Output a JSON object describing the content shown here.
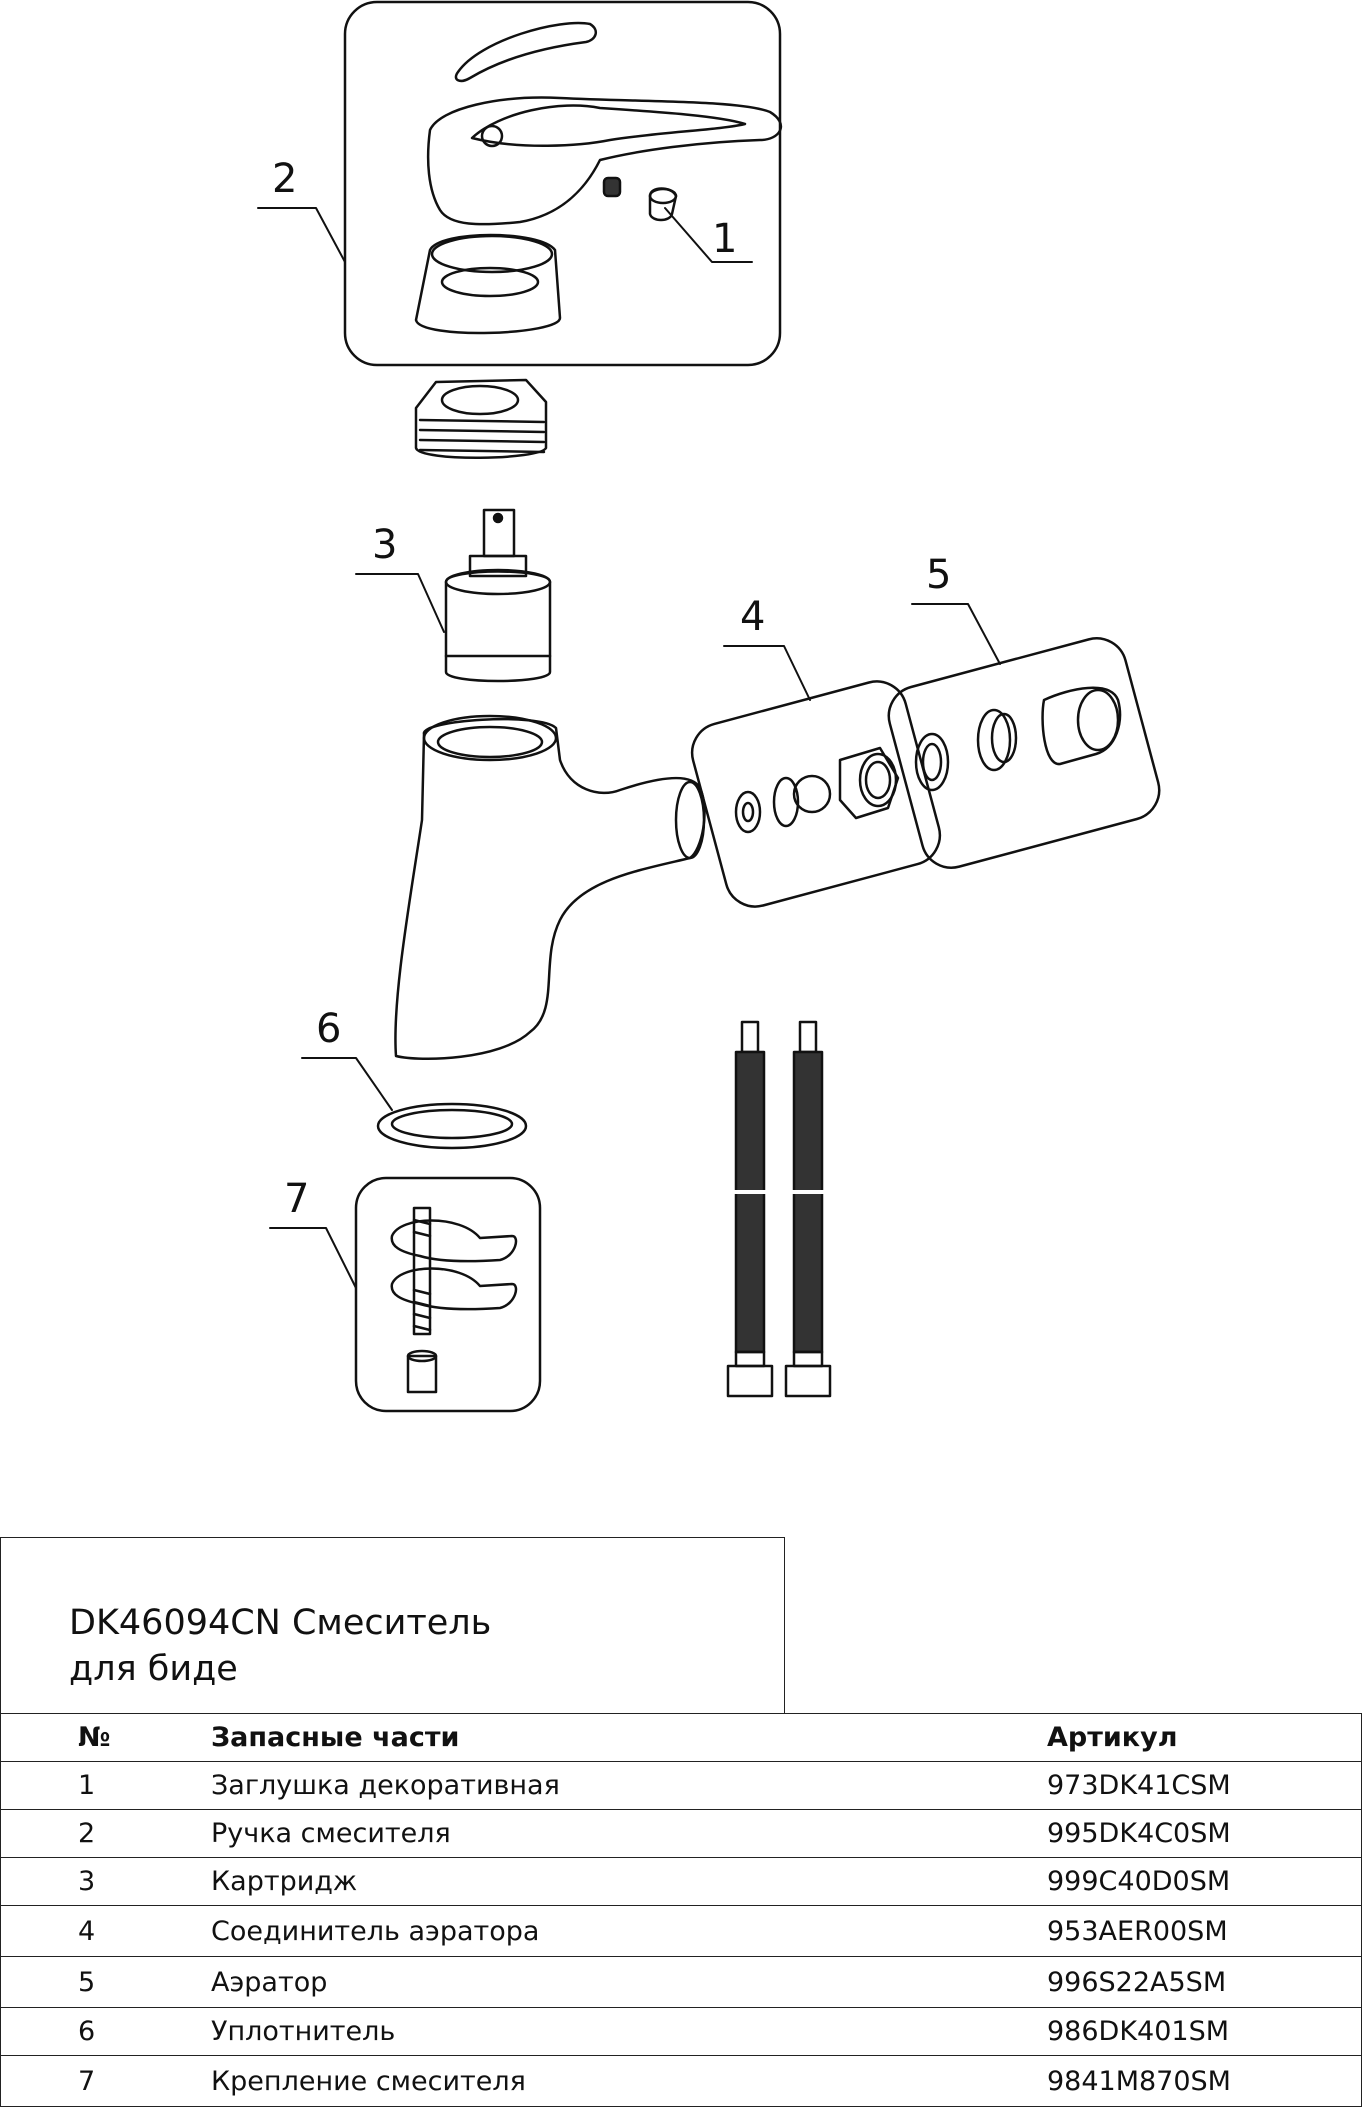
{
  "document": {
    "title_line1": "DK46094CN Смеситель",
    "title_line2": "для биде"
  },
  "callouts": [
    "1",
    "2",
    "3",
    "4",
    "5",
    "6",
    "7"
  ],
  "table": {
    "headers": {
      "num": "№",
      "name": "Запасные части",
      "sku": "Артикул"
    },
    "rows": [
      {
        "num": "1",
        "name": "Заглушка декоративная",
        "sku": "973DK41CSM"
      },
      {
        "num": "2",
        "name": "Ручка смесителя",
        "sku": "995DK4C0SM"
      },
      {
        "num": "3",
        "name": "Картридж",
        "sku": "999C40D0SM"
      },
      {
        "num": "4",
        "name": "Соединитель аэратора",
        "sku": "953AER00SM"
      },
      {
        "num": "5",
        "name": "Аэратор",
        "sku": "996S22A5SM"
      },
      {
        "num": "6",
        "name": "Уплотнитель",
        "sku": "986DK401SM"
      },
      {
        "num": "7",
        "name": "Крепление смесителя",
        "sku": "9841M870SM"
      }
    ]
  }
}
